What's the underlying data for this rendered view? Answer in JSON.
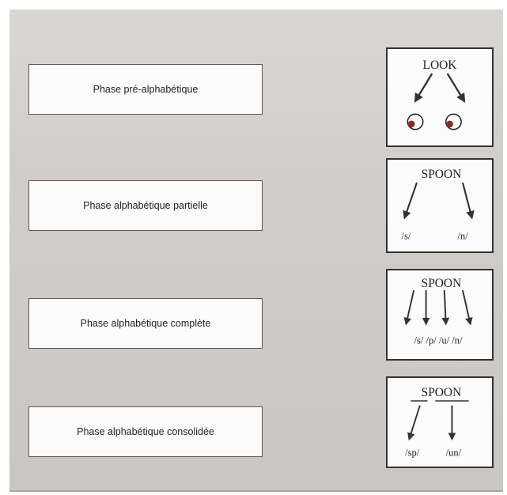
{
  "phases": [
    {
      "label": "Phase pré-alphabétique",
      "word": "LOOK"
    },
    {
      "label": "Phase alphabétique partielle",
      "word": "SPOON",
      "sounds": [
        "/s/",
        "/n/"
      ]
    },
    {
      "label": "Phase alphabétique complète",
      "word": "SPOON",
      "sounds": [
        "/s/ /p/ /u/ /n/"
      ]
    },
    {
      "label": "Phase alphabétique consolidée",
      "word": "SPOON",
      "sounds": [
        "/sp/",
        "/un/"
      ]
    }
  ]
}
